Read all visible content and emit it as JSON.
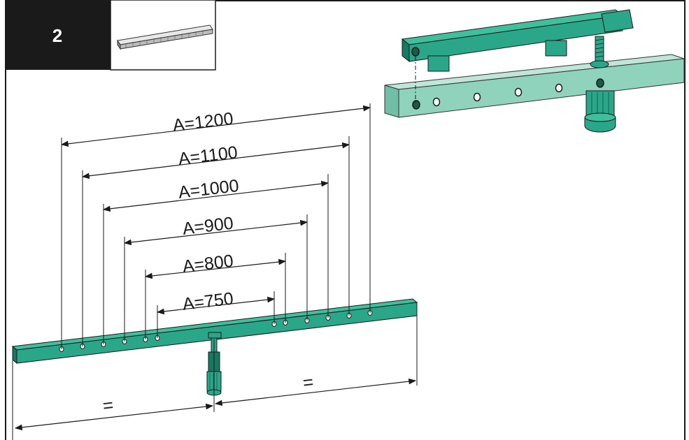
{
  "step": {
    "number": "2"
  },
  "dimensions": [
    {
      "label": "A=1200"
    },
    {
      "label": "A=1100"
    },
    {
      "label": "A=1000"
    },
    {
      "label": "A=900"
    },
    {
      "label": "A=800"
    },
    {
      "label": "A=750"
    }
  ],
  "equal_marks": {
    "left": "=",
    "right": "="
  },
  "colors": {
    "rail_green": "#2aa789",
    "rail_green_dark": "#157a62",
    "light_rail": "#8fd3bd",
    "step_box": "#1a1a1a",
    "line": "#1a1a1a"
  }
}
